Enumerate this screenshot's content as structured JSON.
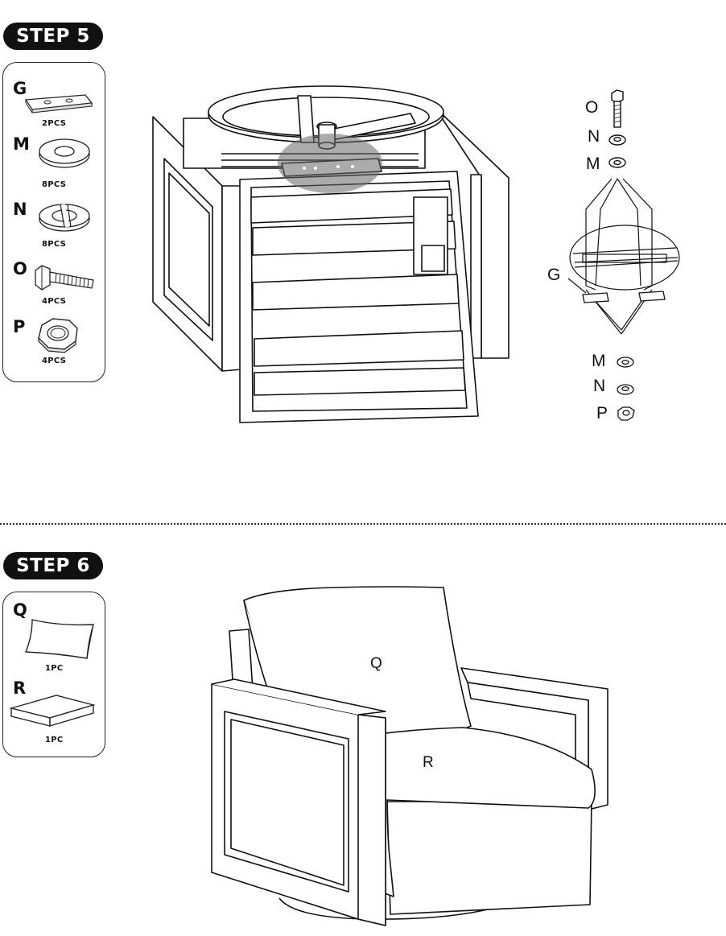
{
  "step5": {
    "title": "STEP 5",
    "parts": [
      {
        "letter": "G",
        "qty": "2PCS",
        "icon": "bracket-plate-icon"
      },
      {
        "letter": "M",
        "qty": "8PCS",
        "icon": "flat-washer-icon"
      },
      {
        "letter": "N",
        "qty": "8PCS",
        "icon": "spring-washer-icon"
      },
      {
        "letter": "O",
        "qty": "4PCS",
        "icon": "bolt-icon"
      },
      {
        "letter": "P",
        "qty": "4PCS",
        "icon": "hex-nut-icon"
      }
    ],
    "callout_top": [
      "O",
      "N",
      "M"
    ],
    "callout_side": "G",
    "callout_bottom": [
      "M",
      "N",
      "P"
    ]
  },
  "step6": {
    "title": "STEP 6",
    "parts": [
      {
        "letter": "Q",
        "qty": "1PC",
        "icon": "back-cushion-icon"
      },
      {
        "letter": "R",
        "qty": "1PC",
        "icon": "seat-cushion-icon"
      }
    ],
    "chair_labels": {
      "back": "Q",
      "seat": "R"
    }
  }
}
